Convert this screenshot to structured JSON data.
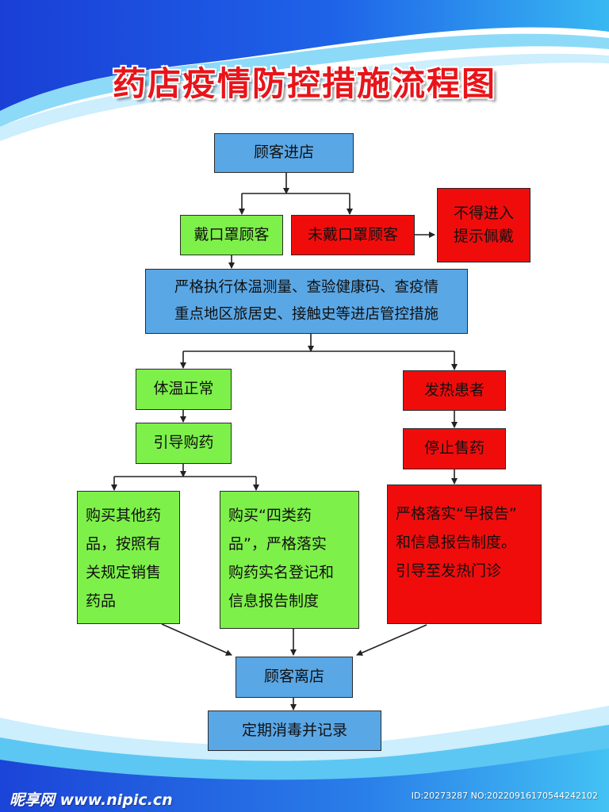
{
  "title": "药店疫情防控措施流程图",
  "colors": {
    "blue": "#5aa7e6",
    "green": "#7ef04a",
    "red": "#f10c0c",
    "title": "#e8141a"
  },
  "nodes": {
    "enter": "顾客进店",
    "masked": "戴口罩顾客",
    "unmasked": "未戴口罩顾客",
    "deny_line1": "不得进入",
    "deny_line2": "提示佩戴",
    "check_line1": "严格执行体温测量、查验健康码、查疫情",
    "check_line2": "重点地区旅居史、接触史等进店管控措施",
    "normal_temp": "体温正常",
    "guide": "引导购药",
    "fever": "发热患者",
    "stop": "停止售药",
    "other_line1": "购买其他药",
    "other_line2": "品，按照有",
    "other_line3": "关规定销售",
    "other_line4": "药品",
    "four_line1": "购买“四类药",
    "four_line2": "品”，严格落实",
    "four_line3": "购药实名登记和",
    "four_line4": "信息报告制度",
    "report_line1": "严格落实“早报告”",
    "report_line2": "和信息报告制度。",
    "report_line3": "引导至发热门诊",
    "leave": "顾客离店",
    "disinfect": "定期消毒并记录"
  },
  "watermark": {
    "brand": "昵享网 www.nipic.cn",
    "id": "ID:20273287 NO:20220916170544242102"
  }
}
